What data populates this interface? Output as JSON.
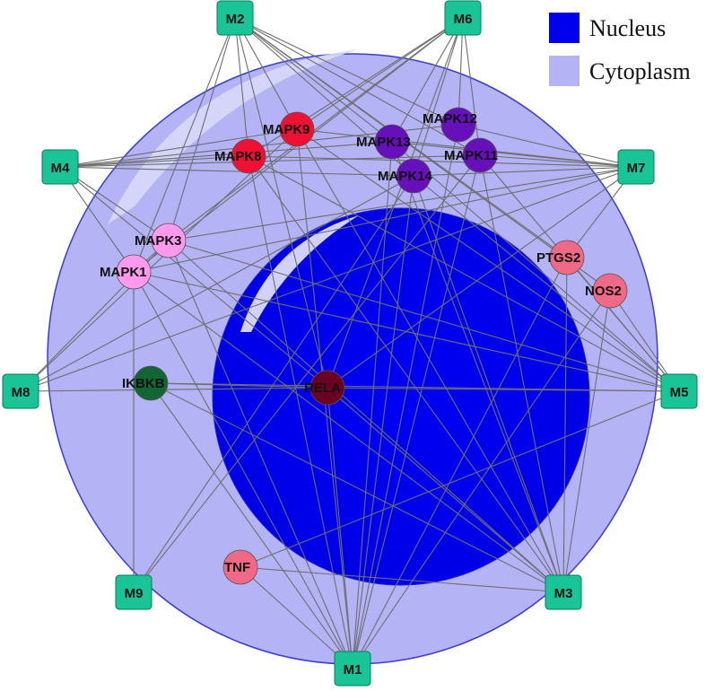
{
  "legend": [
    {
      "id": "nucleus",
      "label": "Nucleus",
      "color": "#0000ee"
    },
    {
      "id": "cytoplasm",
      "label": "Cytoplasm",
      "color": "#b3b3f5"
    }
  ],
  "colors": {
    "module": "#19c597",
    "cytoplasm": "#b3b3f5",
    "cytoplasm_border": "#3a3ad8",
    "nucleus": "#0000ee",
    "edge": "#6e6e6e"
  },
  "modules": [
    {
      "id": "M1",
      "label": "M1"
    },
    {
      "id": "M2",
      "label": "M2"
    },
    {
      "id": "M3",
      "label": "M3"
    },
    {
      "id": "M4",
      "label": "M4"
    },
    {
      "id": "M5",
      "label": "M5"
    },
    {
      "id": "M6",
      "label": "M6"
    },
    {
      "id": "M7",
      "label": "M7"
    },
    {
      "id": "M8",
      "label": "M8"
    },
    {
      "id": "M9",
      "label": "M9"
    }
  ],
  "targets": [
    {
      "id": "MAPK9",
      "label": "MAPK9",
      "color": "#ee1133"
    },
    {
      "id": "MAPK8",
      "label": "MAPK8",
      "color": "#ee1133"
    },
    {
      "id": "MAPK12",
      "label": "MAPK12",
      "color": "#6610bb"
    },
    {
      "id": "MAPK13",
      "label": "MAPK13",
      "color": "#6610bb"
    },
    {
      "id": "MAPK11",
      "label": "MAPK11",
      "color": "#6610bb"
    },
    {
      "id": "MAPK14",
      "label": "MAPK14",
      "color": "#6610bb"
    },
    {
      "id": "MAPK3",
      "label": "MAPK3",
      "color": "#ff99ee"
    },
    {
      "id": "MAPK1",
      "label": "MAPK1",
      "color": "#ff99ee"
    },
    {
      "id": "PTGS2",
      "label": "PTGS2",
      "color": "#f06a88"
    },
    {
      "id": "NOS2",
      "label": "NOS2",
      "color": "#f06a88"
    },
    {
      "id": "IKBKB",
      "label": "IKBKB",
      "color": "#116633"
    },
    {
      "id": "RELA",
      "label": "RELA",
      "color": "#6a0022"
    },
    {
      "id": "TNF",
      "label": "TNF",
      "color": "#f06a88"
    }
  ],
  "edges": [
    [
      "M2",
      "MAPK9"
    ],
    [
      "M2",
      "MAPK8"
    ],
    [
      "M2",
      "MAPK13"
    ],
    [
      "M2",
      "MAPK12"
    ],
    [
      "M2",
      "MAPK11"
    ],
    [
      "M2",
      "MAPK14"
    ],
    [
      "M2",
      "PTGS2"
    ],
    [
      "M2",
      "NOS2"
    ],
    [
      "M2",
      "RELA"
    ],
    [
      "M2",
      "MAPK3"
    ],
    [
      "M2",
      "MAPK1"
    ],
    [
      "M6",
      "MAPK9"
    ],
    [
      "M6",
      "MAPK8"
    ],
    [
      "M6",
      "MAPK13"
    ],
    [
      "M6",
      "MAPK12"
    ],
    [
      "M6",
      "MAPK11"
    ],
    [
      "M6",
      "MAPK14"
    ],
    [
      "M6",
      "MAPK3"
    ],
    [
      "M6",
      "MAPK1"
    ],
    [
      "M6",
      "RELA"
    ],
    [
      "M4",
      "MAPK9"
    ],
    [
      "M4",
      "MAPK8"
    ],
    [
      "M4",
      "MAPK13"
    ],
    [
      "M4",
      "MAPK12"
    ],
    [
      "M4",
      "MAPK11"
    ],
    [
      "M4",
      "MAPK14"
    ],
    [
      "M4",
      "MAPK3"
    ],
    [
      "M4",
      "MAPK1"
    ],
    [
      "M4",
      "RELA"
    ],
    [
      "M7",
      "MAPK9"
    ],
    [
      "M7",
      "MAPK8"
    ],
    [
      "M7",
      "MAPK13"
    ],
    [
      "M7",
      "MAPK12"
    ],
    [
      "M7",
      "MAPK11"
    ],
    [
      "M7",
      "MAPK14"
    ],
    [
      "M7",
      "MAPK3"
    ],
    [
      "M7",
      "MAPK1"
    ],
    [
      "M7",
      "RELA"
    ],
    [
      "M7",
      "PTGS2"
    ],
    [
      "M7",
      "M8"
    ],
    [
      "M5",
      "MAPK9"
    ],
    [
      "M5",
      "MAPK8"
    ],
    [
      "M5",
      "MAPK13"
    ],
    [
      "M5",
      "MAPK11"
    ],
    [
      "M5",
      "MAPK14"
    ],
    [
      "M5",
      "PTGS2"
    ],
    [
      "M5",
      "NOS2"
    ],
    [
      "M5",
      "RELA"
    ],
    [
      "M5",
      "MAPK3"
    ],
    [
      "M5",
      "MAPK1"
    ],
    [
      "M5",
      "IKBKB"
    ],
    [
      "M5",
      "TNF"
    ],
    [
      "M3",
      "MAPK9"
    ],
    [
      "M3",
      "MAPK8"
    ],
    [
      "M3",
      "MAPK13"
    ],
    [
      "M3",
      "MAPK11"
    ],
    [
      "M3",
      "MAPK14"
    ],
    [
      "M3",
      "PTGS2"
    ],
    [
      "M3",
      "NOS2"
    ],
    [
      "M3",
      "RELA"
    ],
    [
      "M3",
      "MAPK3"
    ],
    [
      "M3",
      "MAPK1"
    ],
    [
      "M3",
      "TNF"
    ],
    [
      "M3",
      "IKBKB"
    ],
    [
      "M1",
      "MAPK9"
    ],
    [
      "M1",
      "MAPK8"
    ],
    [
      "M1",
      "MAPK13"
    ],
    [
      "M1",
      "MAPK12"
    ],
    [
      "M1",
      "MAPK11"
    ],
    [
      "M1",
      "MAPK14"
    ],
    [
      "M1",
      "PTGS2"
    ],
    [
      "M1",
      "NOS2"
    ],
    [
      "M1",
      "RELA"
    ],
    [
      "M1",
      "MAPK3"
    ],
    [
      "M1",
      "MAPK1"
    ],
    [
      "M1",
      "TNF"
    ],
    [
      "M1",
      "IKBKB"
    ],
    [
      "M8",
      "MAPK3"
    ],
    [
      "M8",
      "MAPK9"
    ],
    [
      "M8",
      "RELA"
    ],
    [
      "M8",
      "MAPK14"
    ],
    [
      "M9",
      "MAPK1"
    ],
    [
      "M9",
      "MAPK11"
    ],
    [
      "M9",
      "MAPK14"
    ],
    [
      "IKBKB",
      "RELA"
    ],
    [
      "MAPK1",
      "MAPK3"
    ]
  ]
}
